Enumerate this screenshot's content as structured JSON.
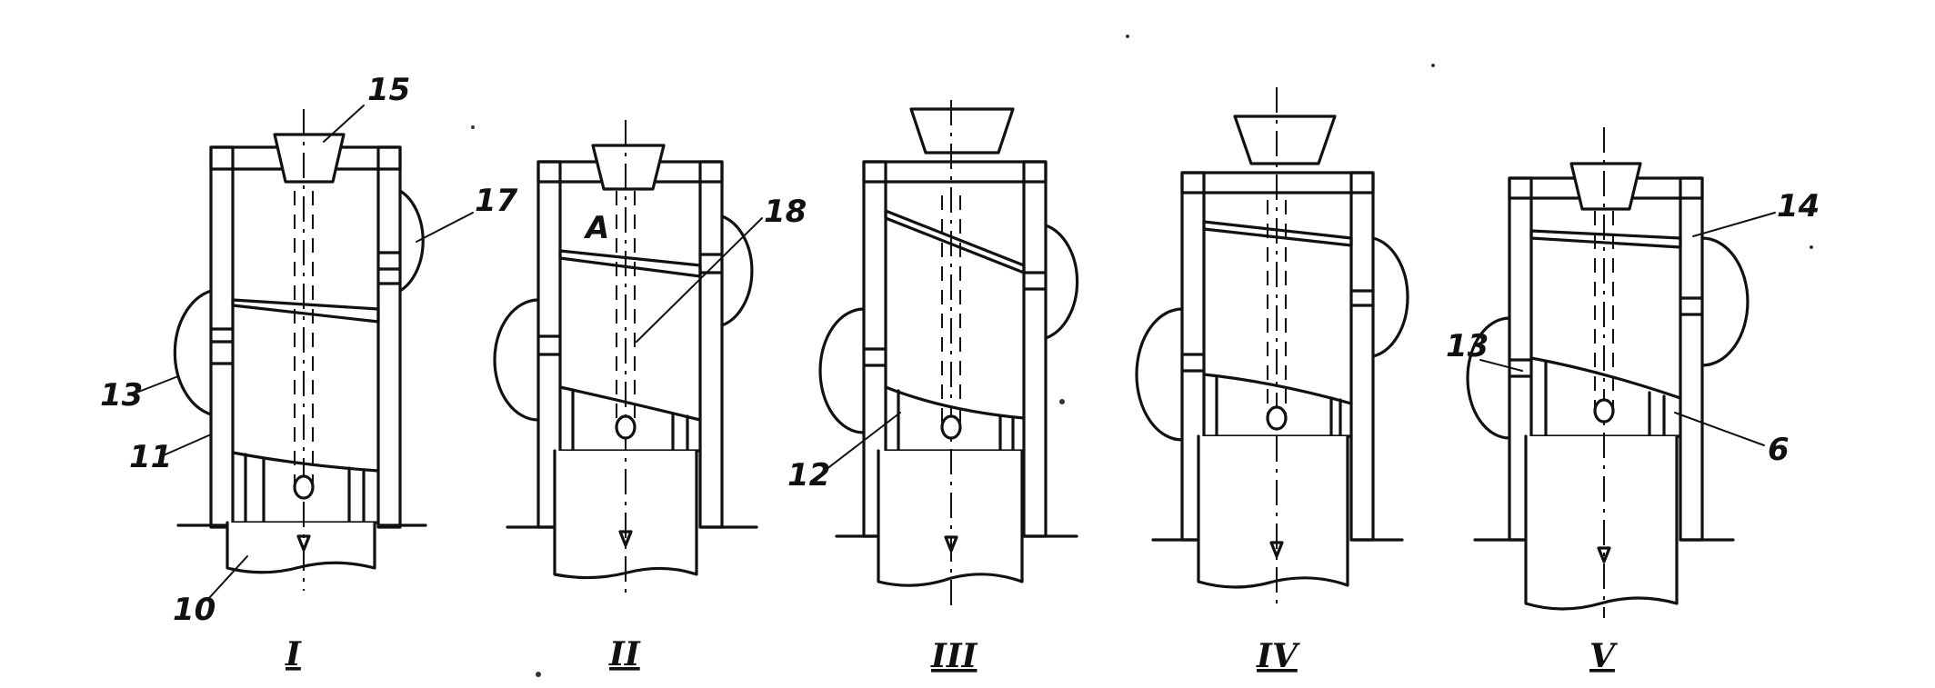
{
  "labels": {
    "l15": "15",
    "l17": "17",
    "l13a": "13",
    "l11": "11",
    "l10": "10",
    "lA": "A",
    "l18": "18",
    "l12": "12",
    "l14": "14",
    "l13b": "13",
    "l6": "6"
  },
  "stages": [
    {
      "numeral": "I"
    },
    {
      "numeral": "II"
    },
    {
      "numeral": "III"
    },
    {
      "numeral": "IV"
    },
    {
      "numeral": "V"
    }
  ],
  "colors": {
    "ink": "#111111",
    "paper": "#ffffff"
  }
}
